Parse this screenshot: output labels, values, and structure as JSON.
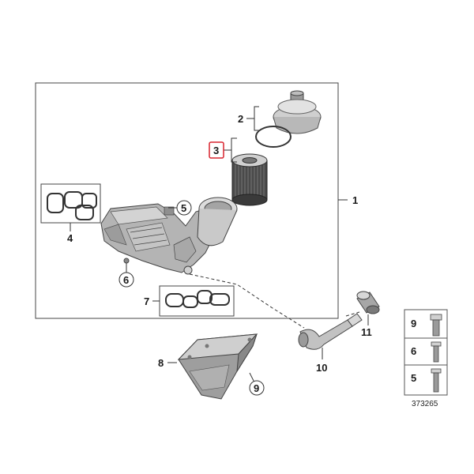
{
  "callouts": {
    "main_assembly": "1",
    "filter_cap": "2",
    "filter_element": "3",
    "housing_gasket_set": "4",
    "screw_a": "5",
    "screw_b": "6",
    "seal_set": "7",
    "heat_exchanger": "8",
    "screw_c": "9",
    "pipe_elbow": "10",
    "hose_connector": "11"
  },
  "legend": {
    "rows": [
      {
        "number": "9"
      },
      {
        "number": "6"
      },
      {
        "number": "5"
      }
    ]
  },
  "diagram_id": "373265",
  "highlight_color": "#d9232e",
  "line_color": "#333333"
}
